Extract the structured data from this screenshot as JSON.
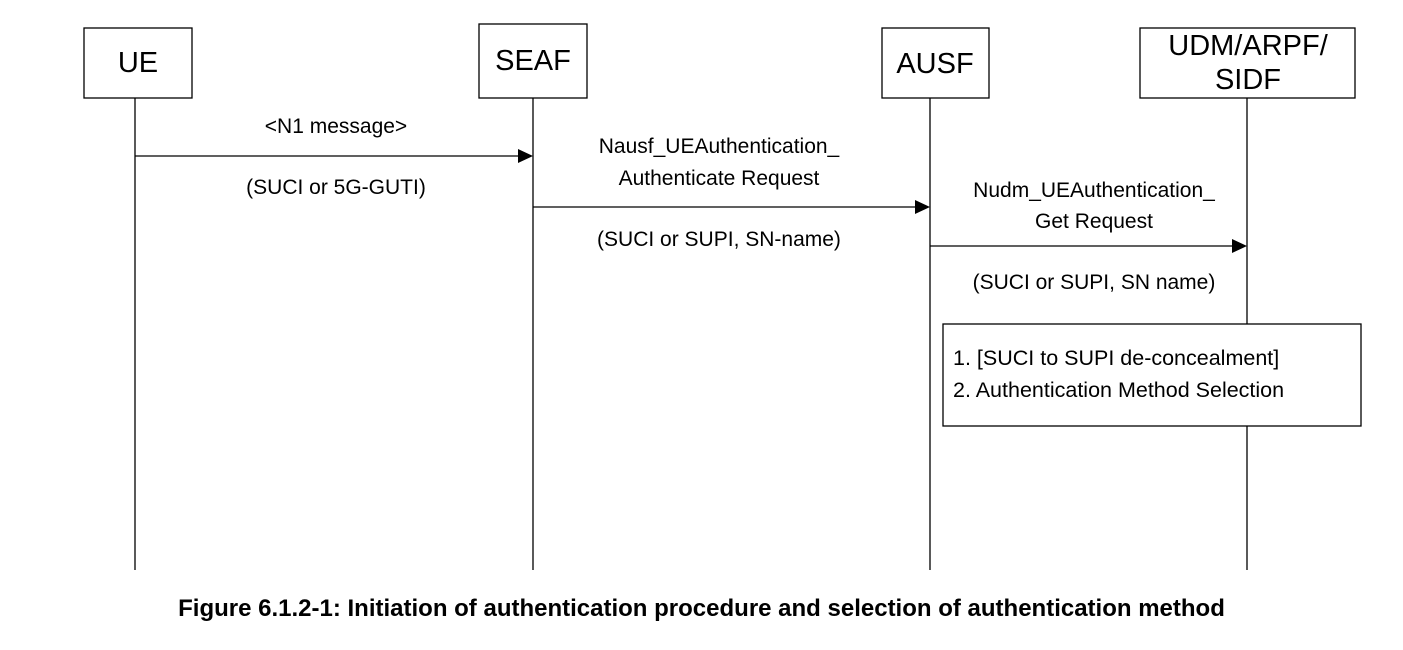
{
  "entities": [
    {
      "id": "ue",
      "lines": [
        "UE"
      ]
    },
    {
      "id": "seaf",
      "lines": [
        "SEAF"
      ]
    },
    {
      "id": "ausf",
      "lines": [
        "AUSF"
      ]
    },
    {
      "id": "udm",
      "lines": [
        "UDM/ARPF/",
        "SIDF"
      ]
    }
  ],
  "messages": [
    {
      "id": "n1-message",
      "from": "ue",
      "to": "seaf",
      "above": [
        "<N1 message>"
      ],
      "below": [
        "(SUCI or 5G-GUTI)"
      ]
    },
    {
      "id": "nausf-authenticate-request",
      "from": "seaf",
      "to": "ausf",
      "above": [
        "Nausf_UEAuthentication_",
        "Authenticate Request"
      ],
      "below": [
        "(SUCI or SUPI, SN-name)"
      ]
    },
    {
      "id": "nudm-get-request",
      "from": "ausf",
      "to": "udm",
      "above": [
        "Nudm_UEAuthentication_",
        "Get Request"
      ],
      "below": [
        "(SUCI or SUPI, SN name)"
      ]
    }
  ],
  "step_box": {
    "lines": [
      "1. [SUCI to SUPI de-concealment]",
      "2. Authentication Method Selection"
    ]
  },
  "caption": "Figure 6.1.2-1: Initiation of authentication procedure and selection of authentication method"
}
